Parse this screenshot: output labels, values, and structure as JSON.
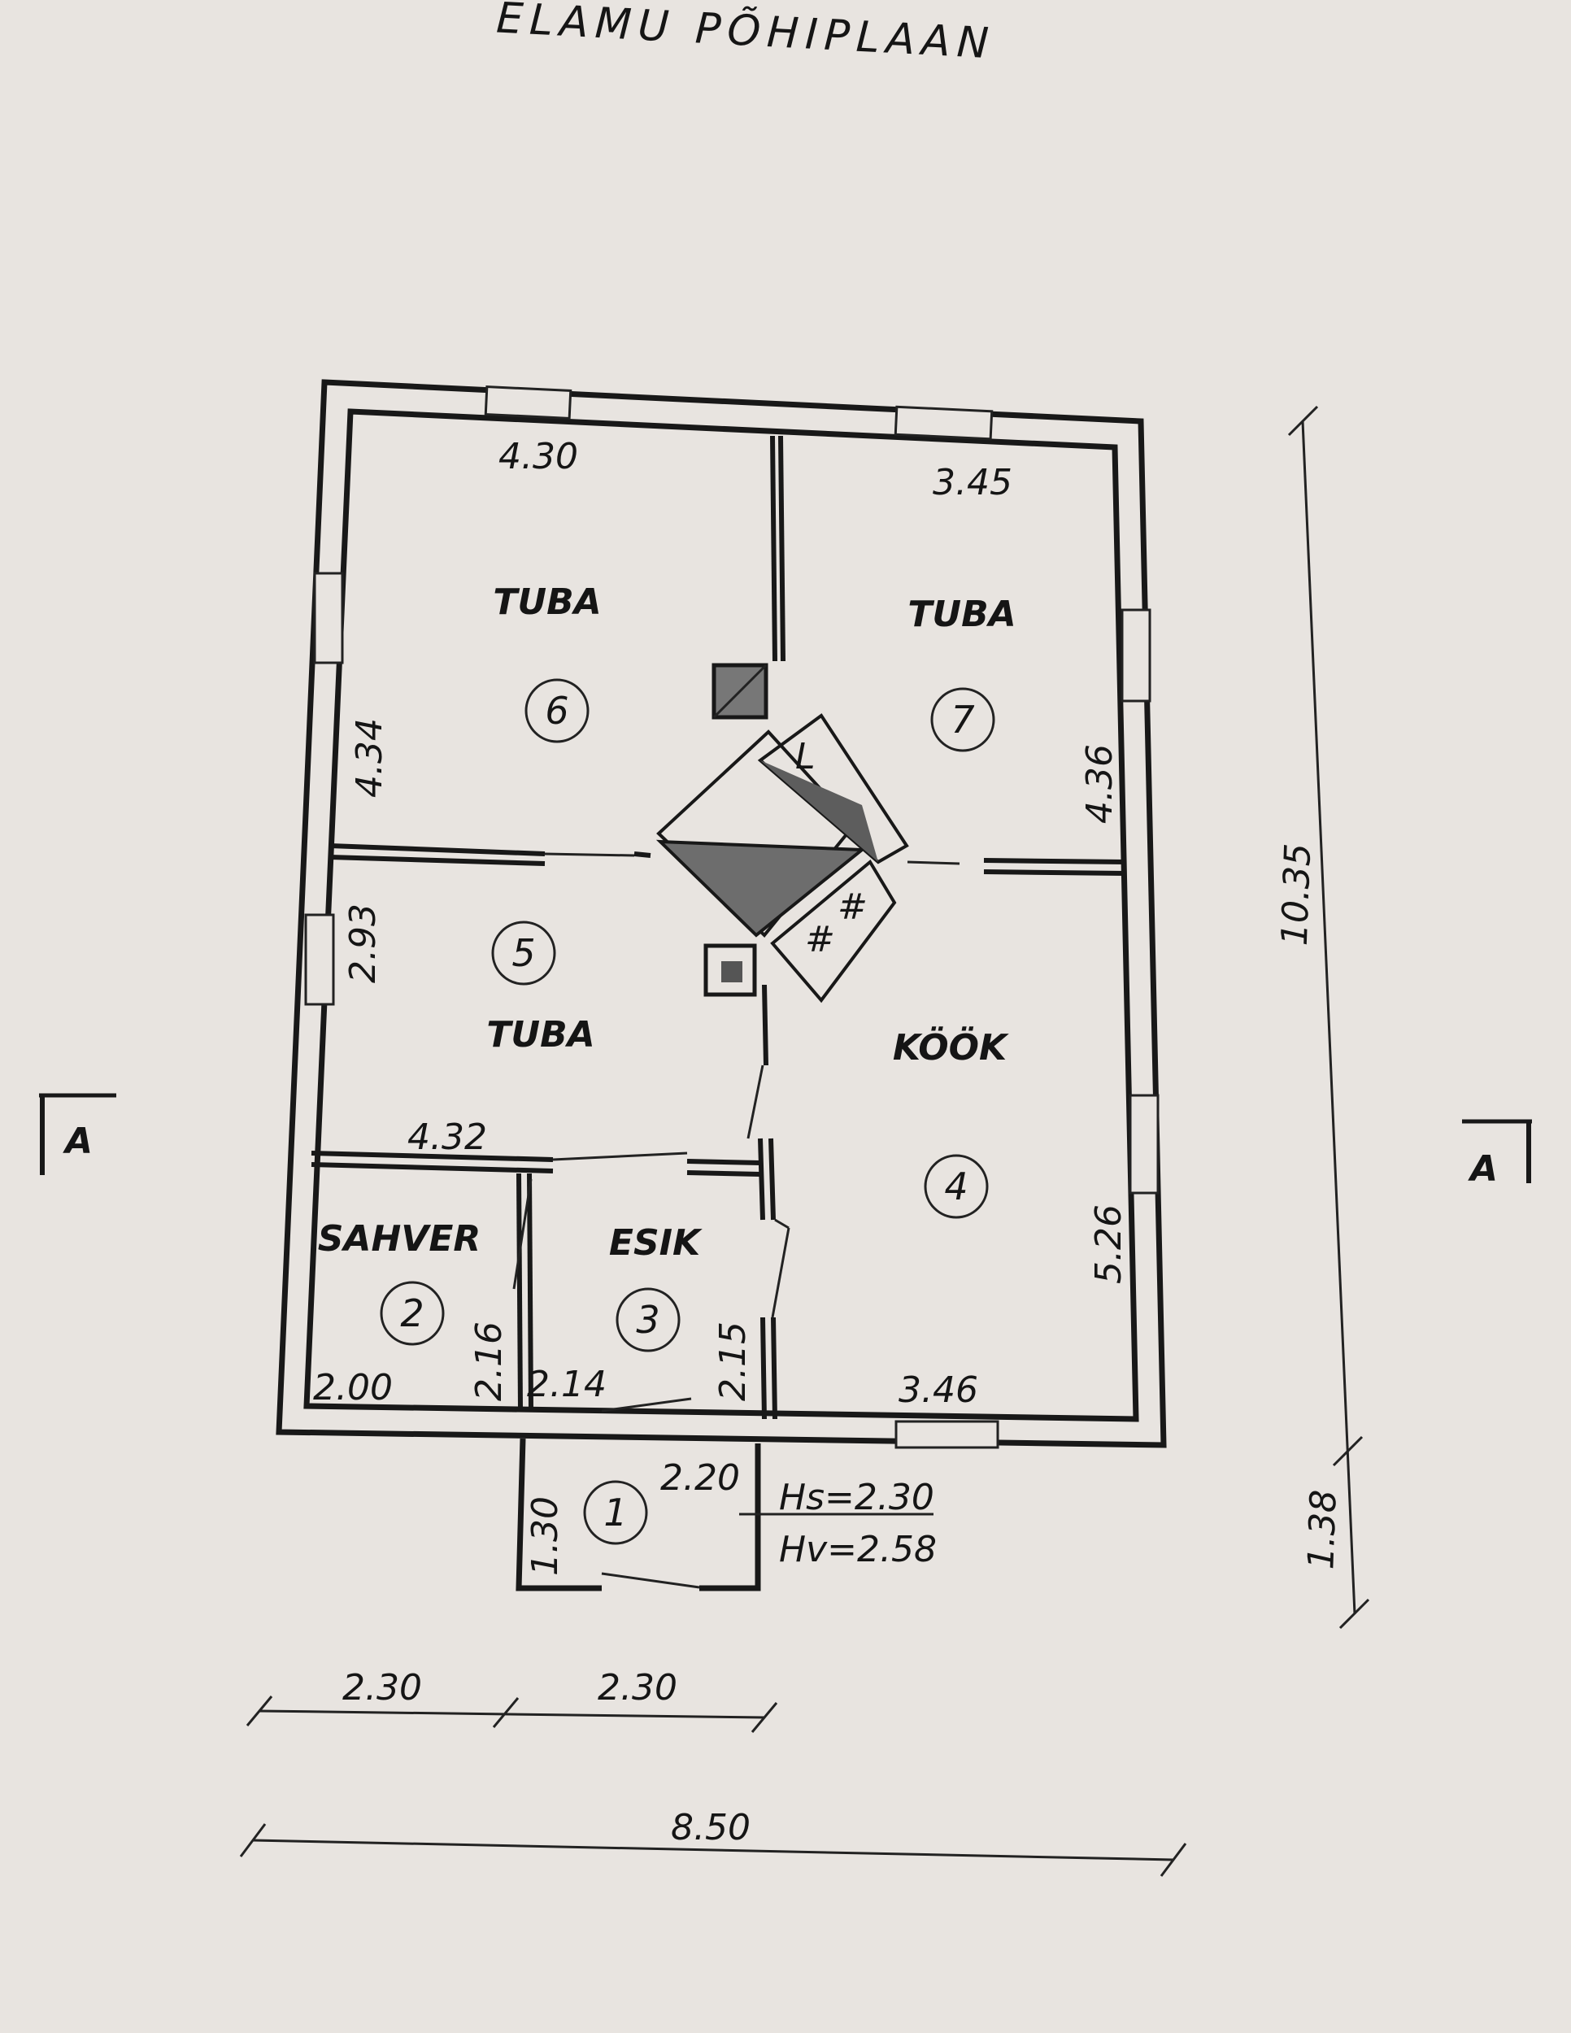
{
  "title": "ELAMU PÕHIPLAAN",
  "rooms": [
    {
      "number": "1",
      "label": "",
      "width": "2.20",
      "depth": "1.30"
    },
    {
      "number": "2",
      "label": "SAHVER",
      "width": "2.00",
      "depth": "2.16"
    },
    {
      "number": "3",
      "label": "ESIK",
      "width": "2.14",
      "depth": "2.15"
    },
    {
      "number": "4",
      "label": "KÖÖK",
      "width": "3.46",
      "depth": "5.26"
    },
    {
      "number": "5",
      "label": "TUBA",
      "width": "4.32",
      "depth": "2.93"
    },
    {
      "number": "6",
      "label": "TUBA",
      "width": "4.30",
      "depth": "4.34"
    },
    {
      "number": "7",
      "label": "TUBA",
      "width": "3.45",
      "depth": "4.36"
    }
  ],
  "heights": {
    "hs": "Hs=2.30",
    "hv": "Hv=2.58"
  },
  "stove_mark": "L",
  "overall_dimensions": {
    "right_total": "10.35",
    "right_porch": "1.38",
    "bottom_left": "2.30",
    "bottom_right": "2.30",
    "bottom_total": "8.50"
  },
  "section_marks": {
    "left": "A",
    "right": "A"
  }
}
